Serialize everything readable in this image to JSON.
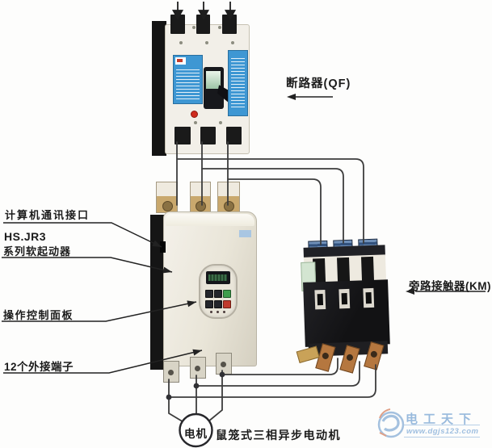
{
  "labels": {
    "breaker": "断路器(QF)",
    "computer_interface": "计算机通讯接口",
    "starter_model": "HS.JR3",
    "starter_series": "系列软起动器",
    "control_panel": "操作控制面板",
    "external_terminals": "12个外接端子",
    "bypass_contactor": "旁路接触器(KM)",
    "motor": "电机",
    "motor_type": "鼠笼式三相异步电动机"
  },
  "watermark": {
    "site_name": "电工天下",
    "site_url": "www.dgjs123.com"
  },
  "icons": {
    "input_arrows": "arrow-down",
    "breaker_pointer": "arrow-left",
    "contactor_pointer": "arrow-left",
    "leader_arrows": "arrowhead",
    "site_logo": "swirl-globe"
  },
  "colors": {
    "wire": "#3c3c3c",
    "breaker_label_blue": "#3e97d3",
    "starter_body_cream": "#ece8dc",
    "contactor_mint_label": "#d3e5d1",
    "copper_terminal": "#b5773f",
    "panel_green_button": "#3f9e4d",
    "panel_red_button": "#c03a2c",
    "indicator_red": "#cf2b1e",
    "watermark_blue": "#98badd"
  }
}
